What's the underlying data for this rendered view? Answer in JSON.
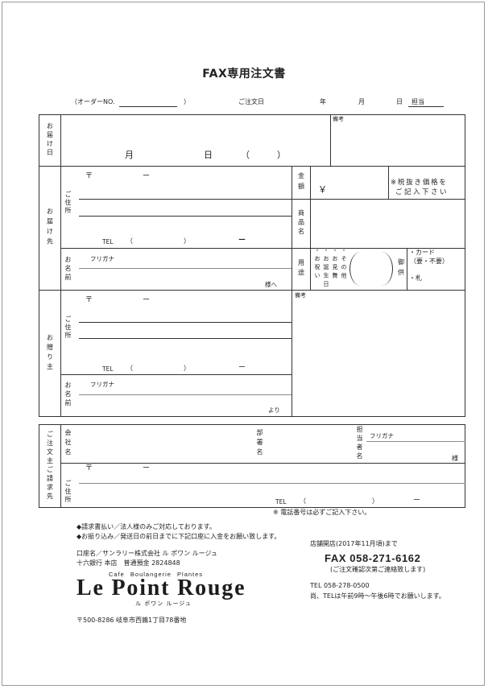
{
  "document": {
    "title": "FAX専用注文書"
  },
  "order_row": {
    "order_no_open": "（オーダーNO.",
    "order_no_close": "）",
    "order_date_label": "ご注文日",
    "year": "年",
    "month": "月",
    "day": "日",
    "staff": "担当"
  },
  "delivery_date": {
    "label": "お届け日",
    "month": "月",
    "day": "日",
    "paren_open": "（",
    "paren_close": "）",
    "remarks": "備考"
  },
  "recipient": {
    "label": "お届け先",
    "postal_mark": "〒",
    "postal_dash": "ー",
    "address_label": "ご住所",
    "tel_label": "TEL",
    "tel_open": "（",
    "tel_close": "）",
    "tel_dash": "ー",
    "name_label": "お名前",
    "furigana": "フリガナ",
    "honorific": "様へ",
    "amount_label": "金額",
    "yen": "￥",
    "tax_note": [
      "※税抜き価格を",
      "ご記入下さい"
    ],
    "product_label": "商品名",
    "purpose_label": "用途",
    "purpose_options": [
      "・お祝い",
      "・お誕生日",
      "・お見舞",
      "・その他"
    ],
    "offering_label": "御供",
    "card": "・カード",
    "card_options": "（要・不要）",
    "tag": "・札"
  },
  "sender": {
    "label": "お贈り主",
    "postal_mark": "〒",
    "postal_dash": "ー",
    "address_label": "ご住所",
    "tel_label": "TEL",
    "tel_open": "（",
    "tel_close": "）",
    "tel_dash": "ー",
    "name_label": "お名前",
    "furigana": "フリガナ",
    "honorific": "より",
    "remarks": "備考"
  },
  "orderer": {
    "label": "ご注文主ご請求先",
    "company_label": "会社名",
    "department_label": "部署名",
    "contact_label": "担当者名",
    "furigana": "フリガナ",
    "honorific": "様",
    "postal_mark": "〒",
    "postal_dash": "ー",
    "address_label": "ご住所",
    "tel_label": "TEL",
    "tel_open": "（",
    "tel_close": "）",
    "tel_dash": "ー"
  },
  "phone_note": "※ 電話番号は必ずご記入下さい。",
  "notices": [
    "◆請求書払い／法人様のみご対応しております。",
    "◆お振り込み／発送日の前日までに下記口座に入金をお願い致します。"
  ],
  "bank": {
    "account_name": "口座名／サンラリー株式会社 ル ポワン ルージュ",
    "account": "十六銀行 本店　普通預金 2824848"
  },
  "shop": {
    "tagline": "Cafe Boulangerie Plantes",
    "name": "Le Point Rouge",
    "name_kana": "ル ポワン ルージュ",
    "address": "〒500-8286 岐阜市西鶉1丁目78番地"
  },
  "contact": {
    "until_note": "店舗開店(2017年11月頃)まで",
    "fax": "FAX 058-271-6162",
    "fax_note": "(ご注文確認次第ご連絡致します)",
    "tel": "TEL 058-278-0500",
    "tel_note": "尚、TELは午前9時〜午後6時でお願いします。"
  }
}
